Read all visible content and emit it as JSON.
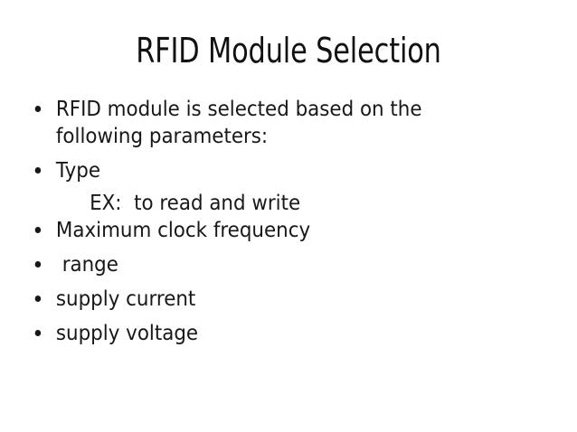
{
  "slide": {
    "title": "RFID Module Selection",
    "background_color": "#ffffff",
    "text_color": "#181818",
    "bullet_glyph": "•",
    "content": [
      {
        "kind": "bullet",
        "text": "RFID module is selected based on the following parameters:"
      },
      {
        "kind": "bullet",
        "text": "Type"
      },
      {
        "kind": "plain",
        "text": "EX:  to read and write"
      },
      {
        "kind": "bullet",
        "text": "Maximum clock frequency"
      },
      {
        "kind": "bullet",
        "text": " range"
      },
      {
        "kind": "bullet",
        "text": "supply current"
      },
      {
        "kind": "bullet",
        "text": "supply voltage"
      }
    ]
  }
}
